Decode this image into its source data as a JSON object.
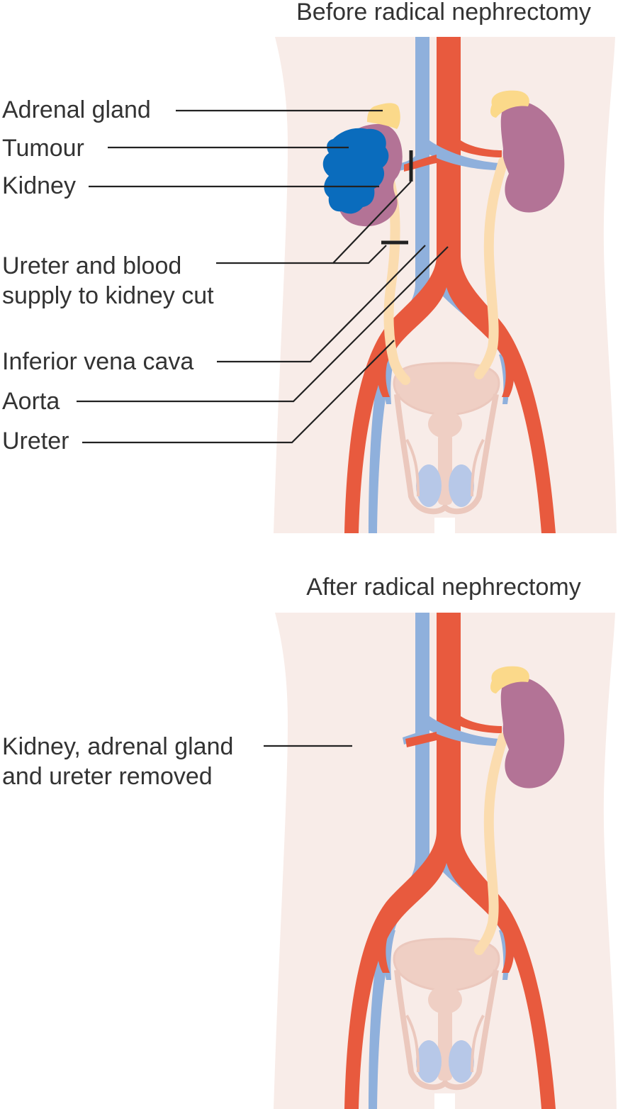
{
  "panels": [
    {
      "title": "Before radical nephrectomy",
      "labels": [
        "Adrenal gland",
        "Tumour",
        "Kidney",
        "Ureter and blood",
        "supply to kidney cut",
        "Inferior vena cava",
        "Aorta",
        "Ureter"
      ]
    },
    {
      "title": "After radical nephrectomy",
      "labels": [
        "Kidney, adrenal gland",
        "and ureter removed"
      ]
    }
  ],
  "colors": {
    "body": "#f8ece8",
    "body_outline": "#f3dcd6",
    "aorta": "#e85a3e",
    "vena_cava": "#8fb0dc",
    "kidney": "#b37396",
    "adrenal_gland": "#fbd98a",
    "tumour": "#0a6cbd",
    "ureter": "#fbdcaf",
    "bladder": "#efcfc4",
    "bladder_outline": "#ebc8bd",
    "testis": "#b7c8e8",
    "text": "#333333",
    "leader": "#222222"
  }
}
